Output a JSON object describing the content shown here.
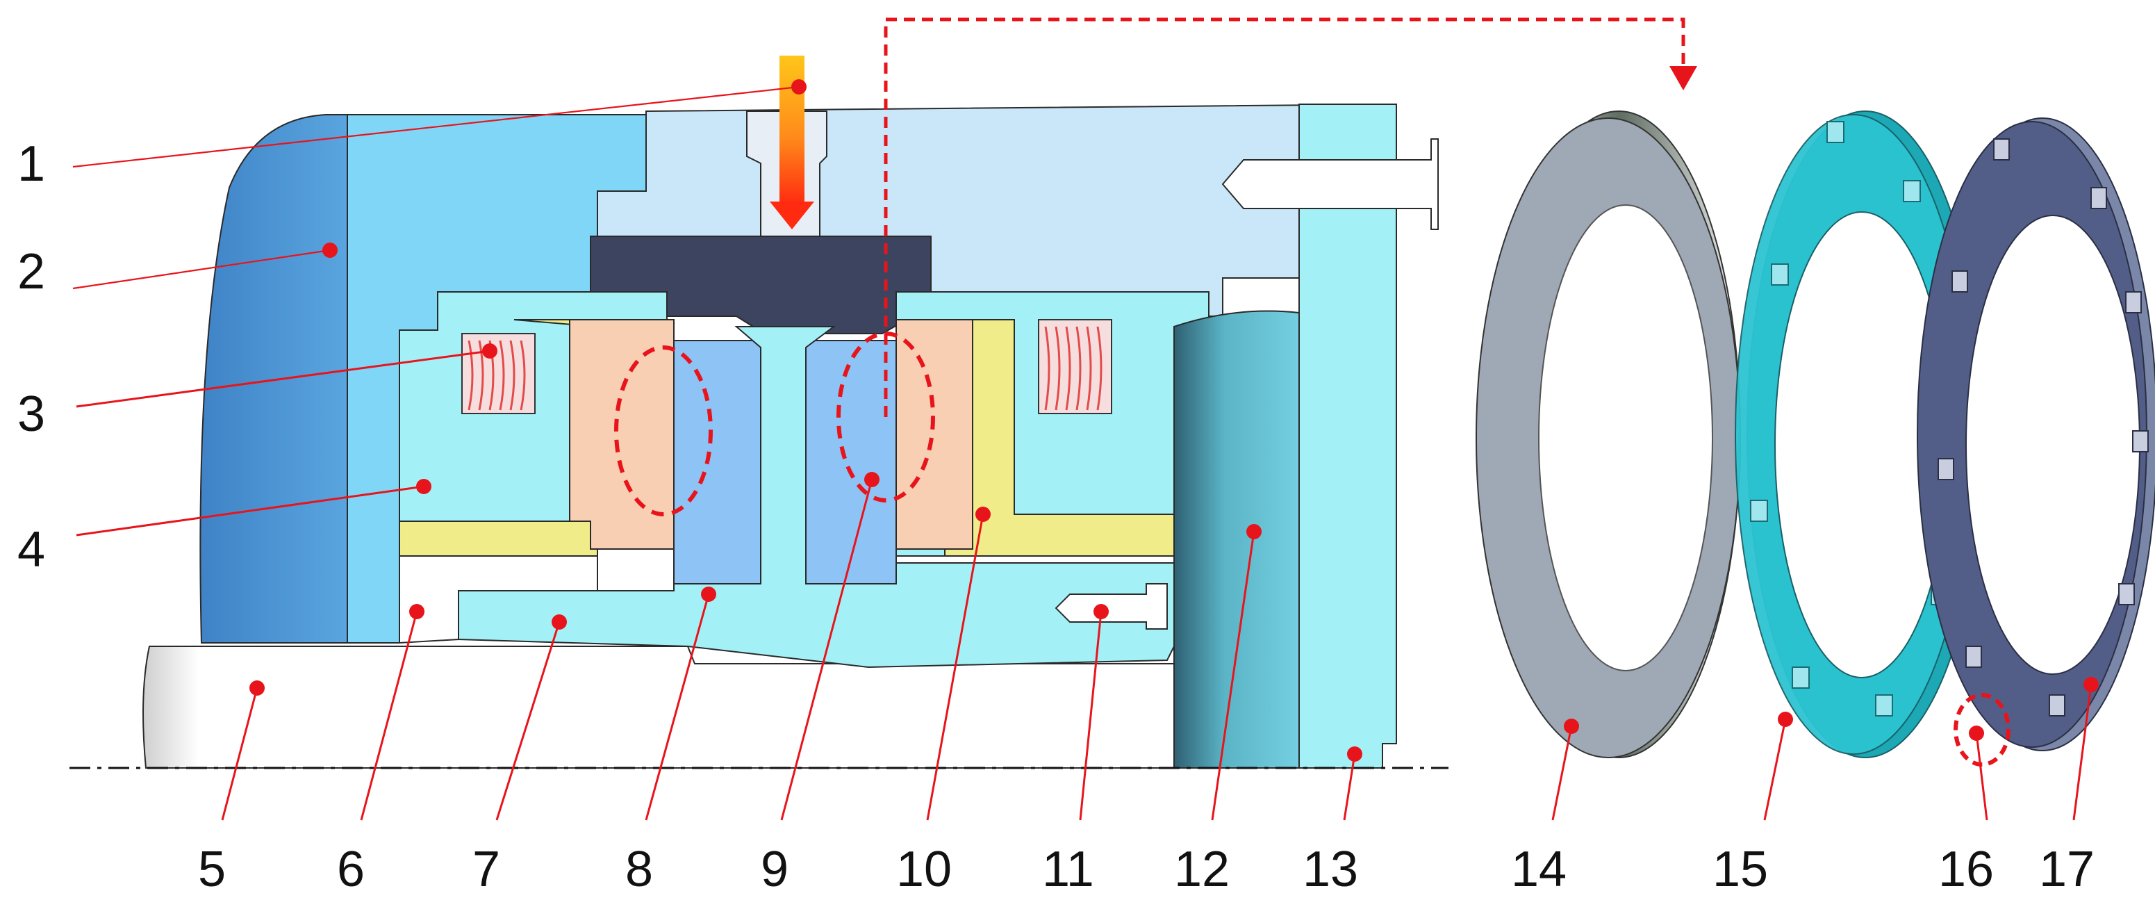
{
  "labels": {
    "l1": "1",
    "l2": "2",
    "l3": "3",
    "l4": "4",
    "l5": "5",
    "l6": "6",
    "l7": "7",
    "l8": "8",
    "l9": "9",
    "l10": "10",
    "l11": "11",
    "l12": "12",
    "l13": "13",
    "l14": "14",
    "l15": "15",
    "l16": "16",
    "l17": "17"
  },
  "colors": {
    "leader": "#e8141b",
    "housing_outer": "#4a8fce",
    "housing_light": "#7fd6f7",
    "cyan_parts": "#a3f1f7",
    "pale_blue": "#c9e7f8",
    "slate": "#3c4460",
    "yellow": "#f1ec8a",
    "peach": "#f9cfb3",
    "ring_blue": "#8ec3f5",
    "shaft": "#ffffff",
    "washer_grey": "#9ea9b5",
    "cyan_disc": "#20b9c7",
    "navy_disc": "#535e88"
  },
  "icons": {
    "arrow_down": "flow-arrow-icon",
    "spring": "spring-icon"
  }
}
